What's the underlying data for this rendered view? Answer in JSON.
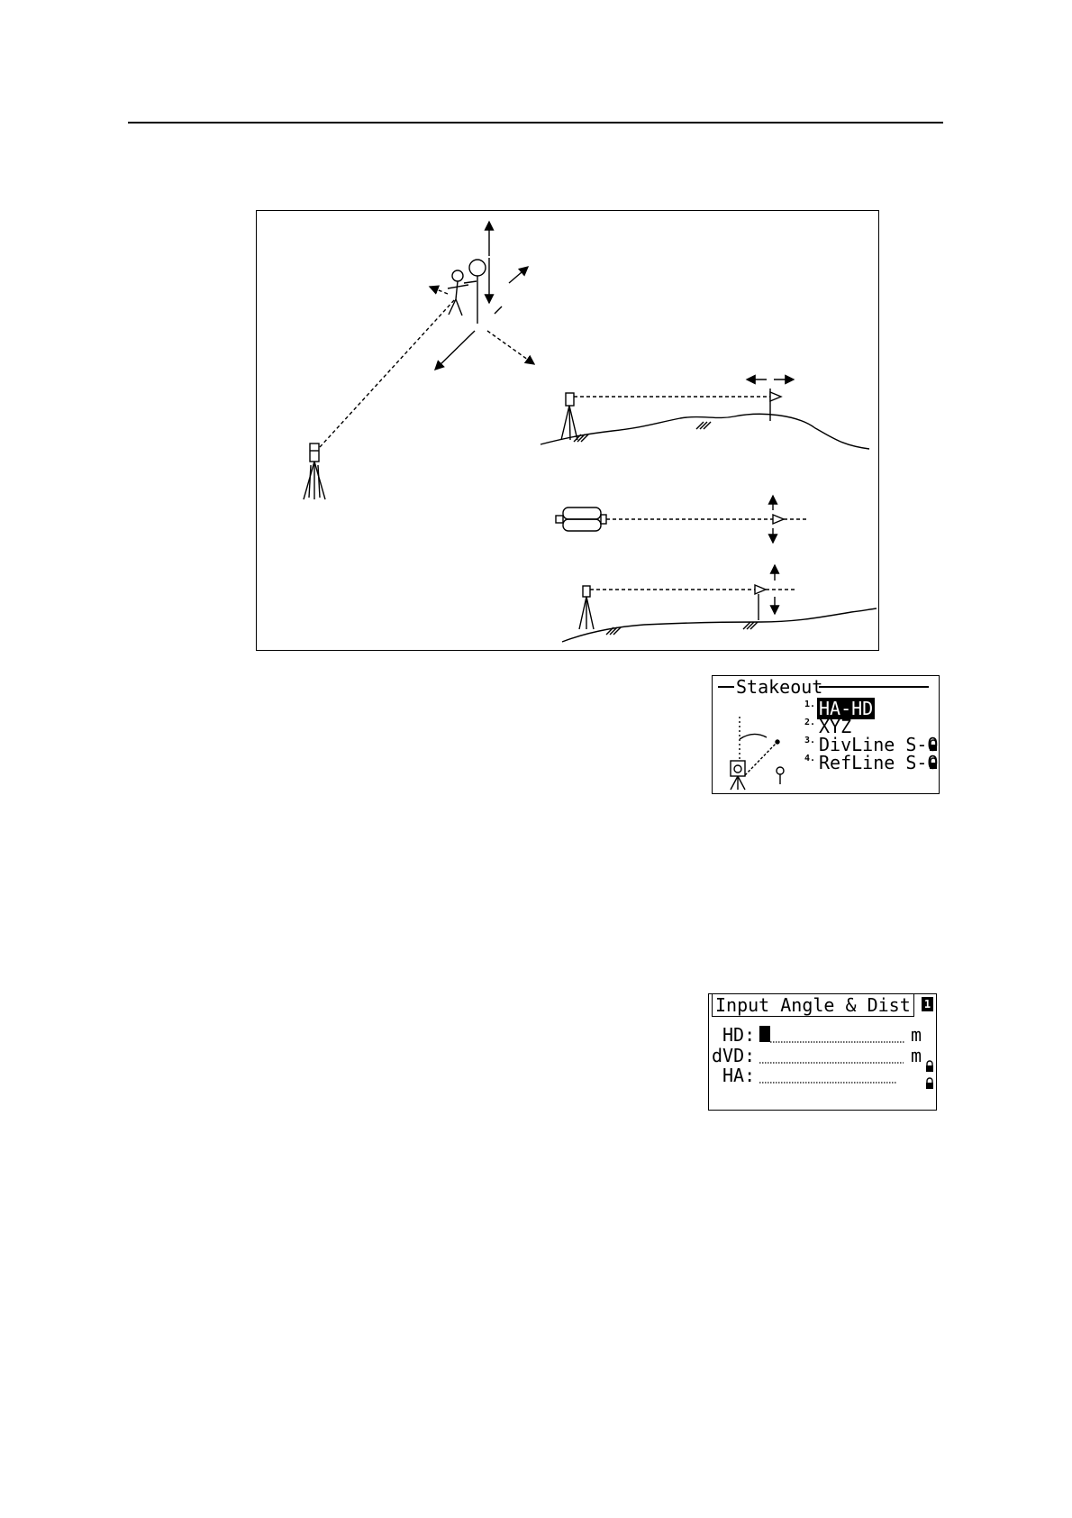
{
  "stakeout_menu": {
    "title": "Stakeout",
    "items": [
      {
        "num": "1.",
        "label": "HA-HD",
        "selected": true,
        "locked": false
      },
      {
        "num": "2.",
        "label": "XYZ",
        "selected": false,
        "locked": false
      },
      {
        "num": "3.",
        "label": "DivLine S-O",
        "selected": false,
        "locked": true
      },
      {
        "num": "4.",
        "label": "RefLine S-O",
        "selected": false,
        "locked": true
      }
    ]
  },
  "input_screen": {
    "title": "Input Angle & Dist",
    "page_indicator": "1",
    "fields": [
      {
        "label": "HD:",
        "unit": "m"
      },
      {
        "label": "dVD:",
        "unit": "m"
      },
      {
        "label": "HA:",
        "unit": ""
      }
    ]
  },
  "icons": [
    "total-station-icon",
    "prism-pole-icon",
    "level-instrument-icon",
    "lock-icon"
  ]
}
